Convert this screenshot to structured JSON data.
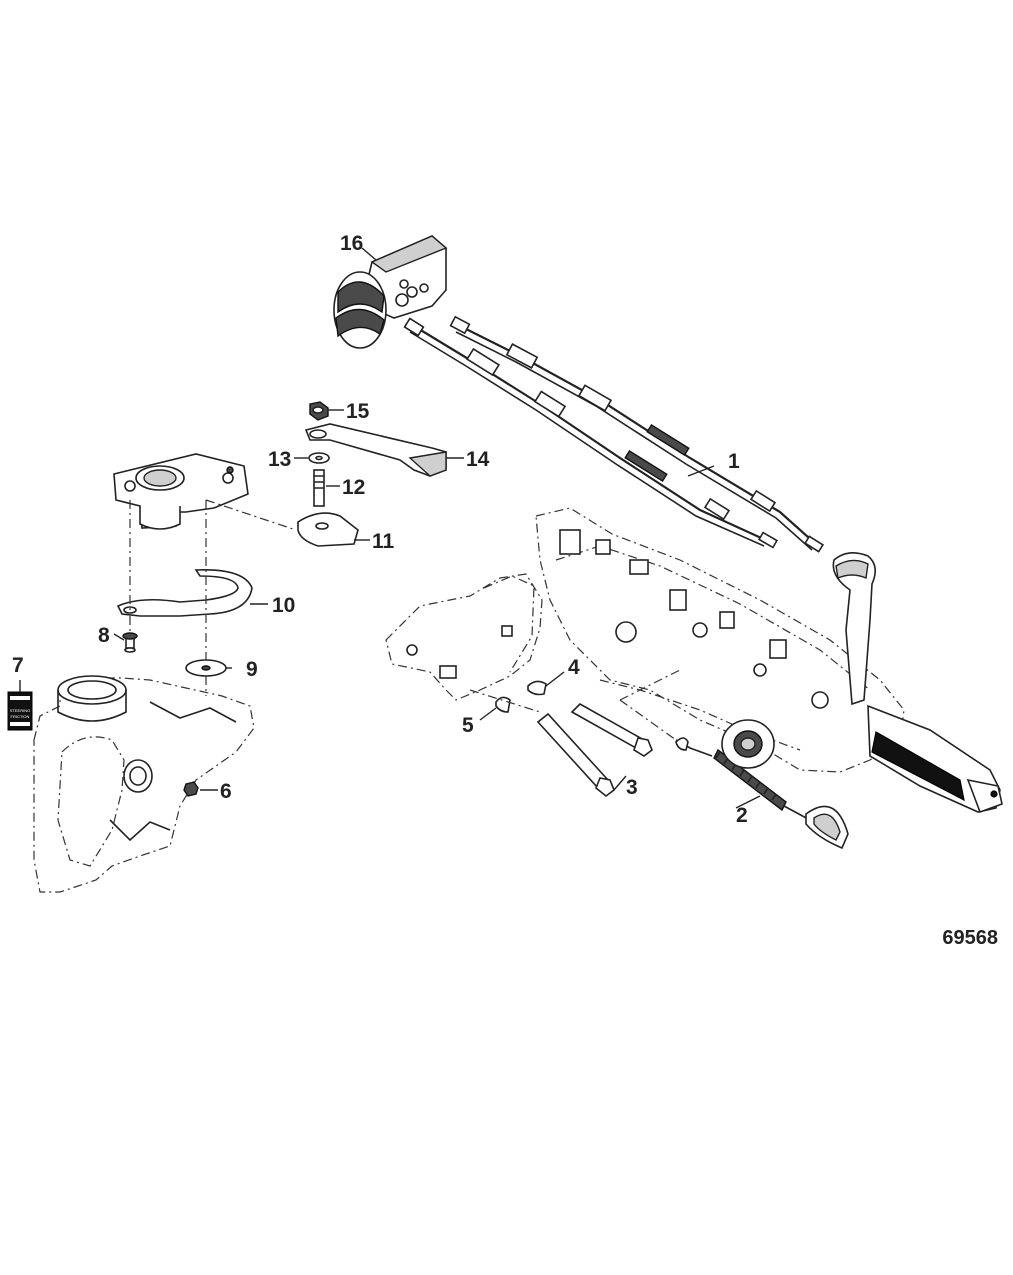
{
  "figure": {
    "reference_number": "69568",
    "callouts": [
      "1",
      "2",
      "3",
      "4",
      "5",
      "6",
      "7",
      "8",
      "9",
      "10",
      "11",
      "12",
      "13",
      "14",
      "15",
      "16"
    ]
  },
  "decal": {
    "lines": [
      "STEERING",
      "FRICTION"
    ]
  },
  "colors": {
    "line": "#222222",
    "background": "#ffffff",
    "shade": "#cfcfcf"
  }
}
